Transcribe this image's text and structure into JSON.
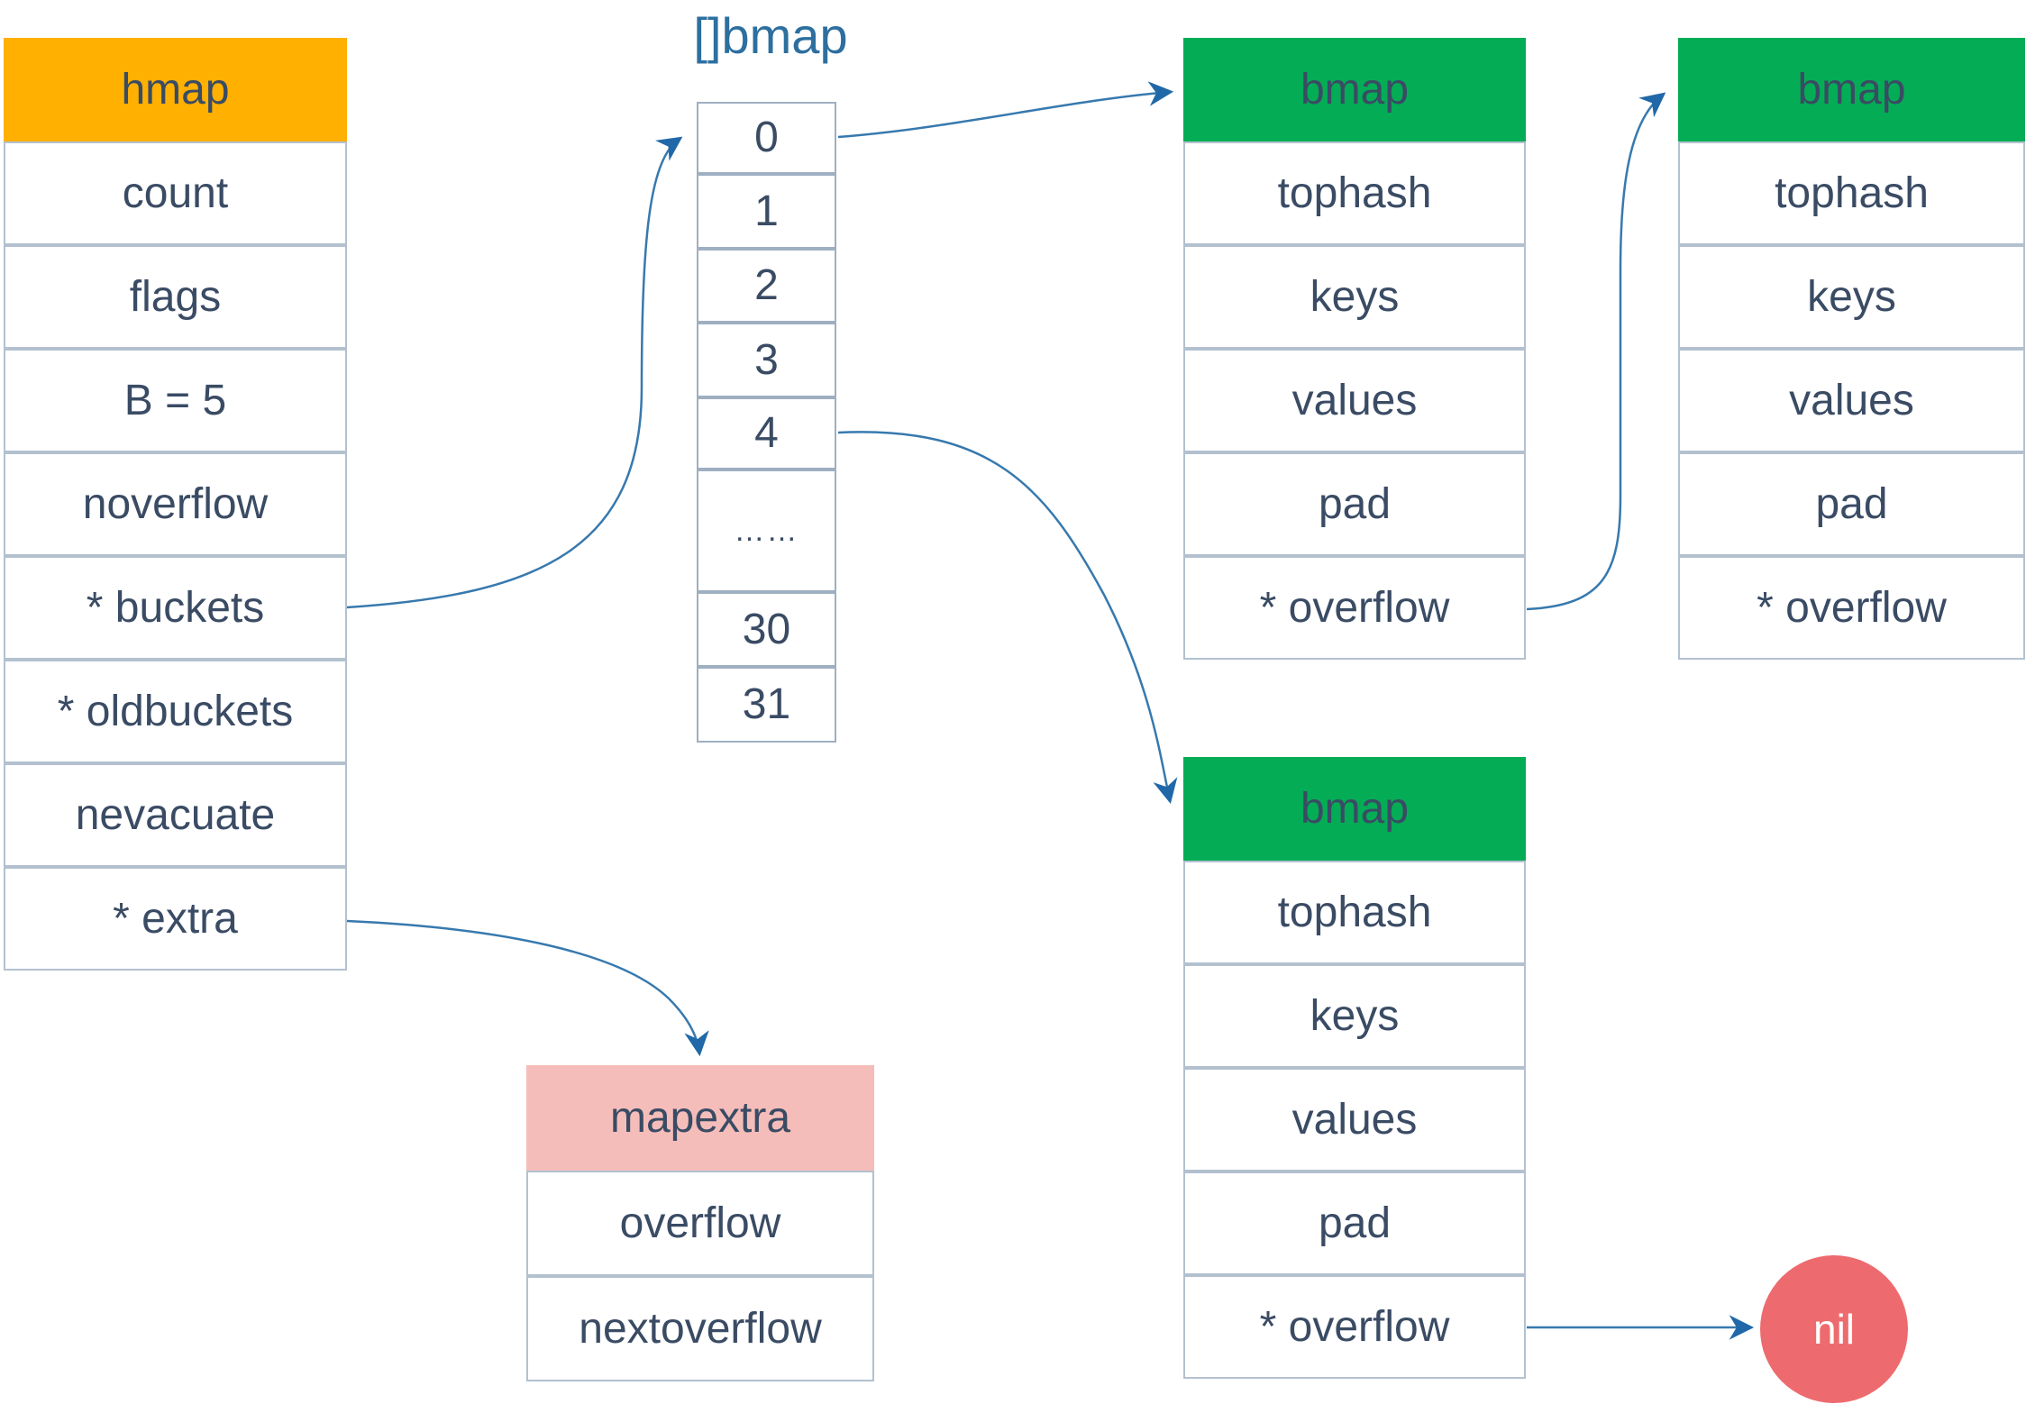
{
  "nodes": {
    "hmap": {
      "title": "hmap",
      "fields": [
        "count",
        "flags",
        "B = 5",
        "noverflow",
        "* buckets",
        "* oldbuckets",
        "nevacuate",
        "* extra"
      ]
    },
    "bucket_array": {
      "title": "[]bmap",
      "cells": [
        "0",
        "1",
        "2",
        "3",
        "4",
        "……",
        "30",
        "31"
      ]
    },
    "bmap_top": {
      "title": "bmap",
      "fields": [
        "tophash",
        "keys",
        "values",
        "pad",
        "* overflow"
      ]
    },
    "bmap_right": {
      "title": "bmap",
      "fields": [
        "tophash",
        "keys",
        "values",
        "pad",
        "* overflow"
      ]
    },
    "bmap_bottom": {
      "title": "bmap",
      "fields": [
        "tophash",
        "keys",
        "values",
        "pad",
        "* overflow"
      ]
    },
    "mapextra": {
      "title": "mapextra",
      "fields": [
        "overflow",
        "nextoverflow"
      ]
    },
    "nil_node": {
      "label": "nil"
    }
  },
  "colors": {
    "hmap_header": "#FFB000",
    "bmap_header": "#04AD55",
    "mapextra_header": "#F5BDB9",
    "nil_fill": "#ED6B6E",
    "label_blue": "#2D6F9F",
    "text": "#3A4B64",
    "arrow": "#3779AE",
    "arrow_head": "#2068A8",
    "border": "#B3C1CF",
    "array_border": "#9FAFC2"
  }
}
